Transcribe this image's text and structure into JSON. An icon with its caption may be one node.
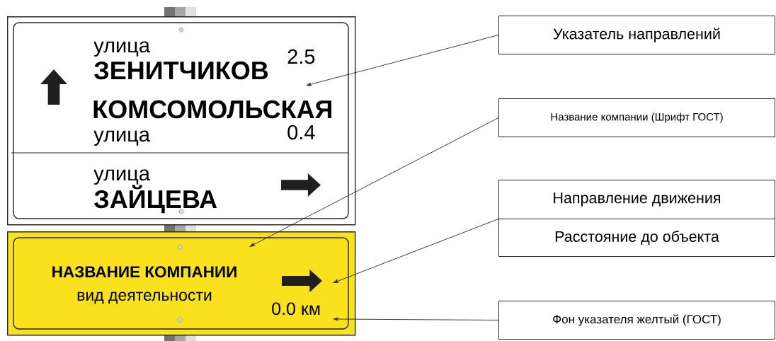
{
  "diagram": {
    "nodes": [
      {
        "text": [
          "улица",
          "ЗЕНИТЧИКОВ",
          "2.5",
          "КОМСОМОЛЬСКАЯ",
          "улица",
          "0.4",
          "улица",
          "ЗАЙЦЕВА"
        ]
      },
      {
        "text": [
          "НАЗВАНИЕ КОМПАНИИ",
          "вид деятельности",
          "0.0 км"
        ]
      },
      {
        "text": [
          "Указатель направлений"
        ]
      },
      {
        "text": [
          "Название компании (Шрифт ГОСТ)"
        ]
      },
      {
        "text": [
          "Направление движения"
        ]
      },
      {
        "text": [
          "Расстояние до объекта"
        ]
      },
      {
        "text": [
          "Фон указателя желтый (ГОСТ)"
        ]
      }
    ],
    "edges": [
      {
        "from": 2,
        "to": 0,
        "arrow": "to"
      },
      {
        "from": 3,
        "to": 1,
        "arrow": "to"
      },
      {
        "from": 4,
        "to": 1,
        "arrow": "to"
      },
      {
        "from": 5,
        "to": 1,
        "arrow": "to"
      },
      {
        "from": 6,
        "to": 1,
        "arrow": "to"
      }
    ]
  }
}
